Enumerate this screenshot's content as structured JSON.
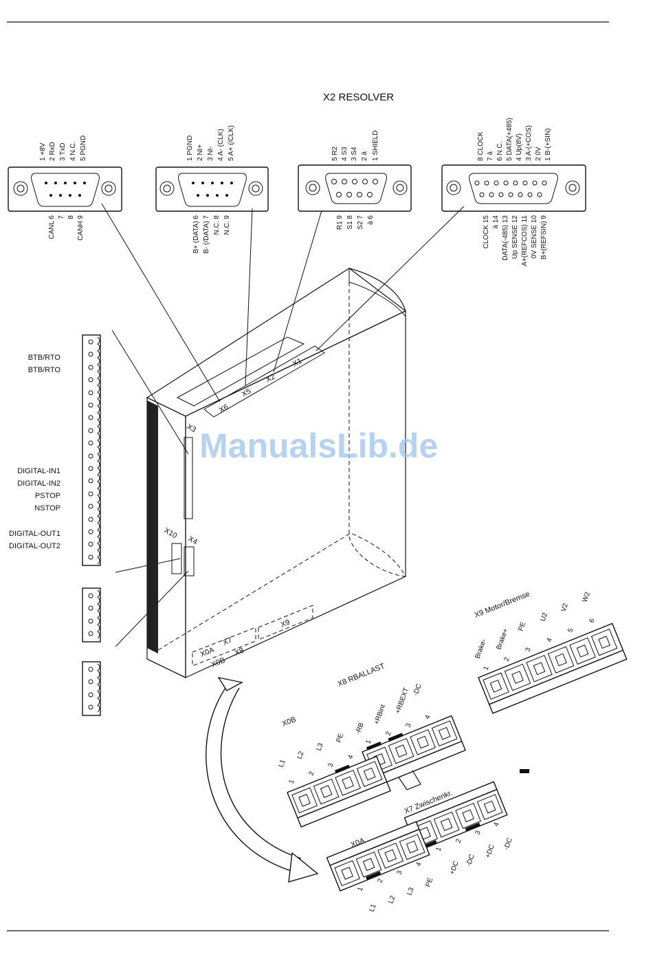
{
  "header_title": "X2 RESOLVER",
  "watermark": "ManualsLib.de",
  "connectors": {
    "can": {
      "top_pins": [
        "1  +8V",
        "2  RxD",
        "3  TxD",
        "4  N.C.",
        "5  PGND"
      ],
      "bottom_pins": [
        "CANL  6",
        "7",
        "8",
        "CANH  9"
      ]
    },
    "x5": {
      "top_pins": [
        "1  PGND",
        "2  NI+",
        "3  NI-",
        "4  A- (CLK)",
        "5  A+ (/CLK)"
      ],
      "bottom_pins": [
        "B+ (DATA)  6",
        "B- (/DATA)  7",
        "N.C.  8",
        "N.C.  9"
      ]
    },
    "x2": {
      "top_pins": [
        "5  R2",
        "4  S3",
        "3  S4",
        "2  à",
        "1  SHIELD"
      ],
      "bottom_pins": [
        "R1  9",
        "S1  8",
        "S2  7",
        "à  6"
      ]
    },
    "x1": {
      "top_pins": [
        "8  CLOCK",
        "7  à",
        "6  N.C.",
        "5  DATA(+485)",
        "4  Up(8V)",
        "3  A-(+COS)",
        "2  0V",
        "1  B-(+SIN)"
      ],
      "bottom_pins": [
        "CLOCK  15",
        "à  14",
        "DATA(-485)  13",
        "Up SENSE  12",
        "A+(REFCOS)  11",
        "0V SENSE  10",
        "B+(REFSIN)  9"
      ]
    }
  },
  "device_labels": {
    "x6": "X6",
    "x5": "X5",
    "x2": "X2",
    "x1": "X1",
    "x3": "X3",
    "x10": "X10",
    "x4": "X4",
    "x0a": "X0A",
    "x7": "X7",
    "x0b": "X0B",
    "x8": "X8",
    "x9": "X9"
  },
  "x3_signals": [
    "BTB/RTO",
    "BTB/RTO",
    "DIGITAL-IN1",
    "DIGITAL-IN2",
    "PSTOP",
    "NSTOP",
    "DIGITAL-OUT1",
    "DIGITAL-OUT2"
  ],
  "plugs": {
    "x9": {
      "title": "X9 Motor/Bremse",
      "labels": [
        "Brake-",
        "Brake+",
        "PE",
        "U2",
        "V2",
        "W2"
      ],
      "nums": [
        "1",
        "2",
        "3",
        "4",
        "5",
        "6"
      ]
    },
    "x8": {
      "title": "X8 RBALLAST",
      "labels": [
        "-RB",
        "+RBint",
        "+RBEXT",
        "-DC"
      ],
      "nums": [
        "1",
        "2",
        "3",
        "4"
      ]
    },
    "x0b": {
      "title": "X0B",
      "labels": [
        "L1",
        "L2",
        "L3",
        "PE"
      ],
      "nums": [
        "1",
        "2",
        "3",
        "4"
      ]
    },
    "x7": {
      "title": "X7 Zwischenkr.",
      "labels": [
        "+DC",
        "-DC",
        "+DC",
        "-DC"
      ],
      "nums": [
        "1",
        "2",
        "3",
        "4"
      ]
    },
    "x0a": {
      "title": "X0A",
      "labels": [
        "L1",
        "L2",
        "L3",
        "PE"
      ],
      "nums": [
        "1",
        "2",
        "3",
        "4"
      ]
    }
  }
}
